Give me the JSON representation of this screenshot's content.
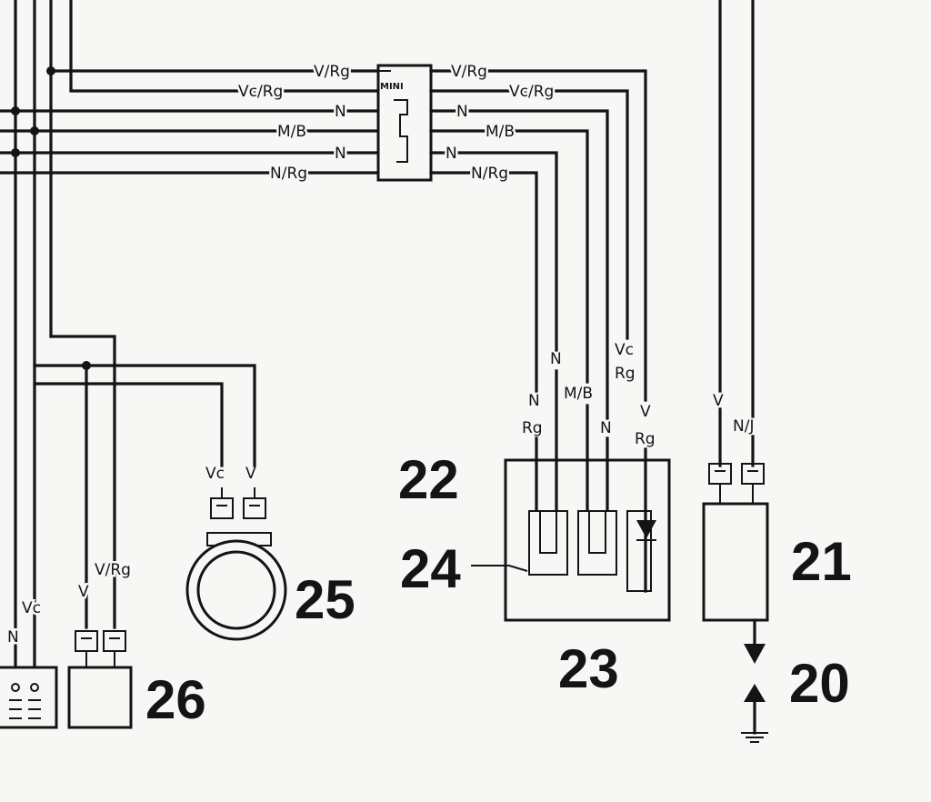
{
  "wires": {
    "left_labels": [
      "V/Rg",
      "Vc/Rg",
      "N",
      "M/B",
      "N",
      "N/Rg"
    ],
    "right_labels": [
      "V/Rg",
      "Vc/Rg",
      "N",
      "M/B",
      "N",
      "N/Rg"
    ]
  },
  "connector_block": {
    "label": "MINI"
  },
  "component_22": {
    "number": "22",
    "pins": [
      {
        "top": "N",
        "bottom": "Rg"
      },
      {
        "top": "N",
        "bottom": ""
      },
      {
        "top": "M/B",
        "bottom": ""
      },
      {
        "top": "N",
        "bottom": ""
      },
      {
        "top": "Vc",
        "bottom": "Rg"
      },
      {
        "top": "V",
        "bottom": "Rg"
      }
    ]
  },
  "component_23": {
    "number": "23"
  },
  "component_24": {
    "number": "24"
  },
  "component_21": {
    "number": "21",
    "pins": [
      "V",
      "N/J"
    ]
  },
  "component_20": {
    "number": "20"
  },
  "component_25": {
    "number": "25",
    "pins": [
      "Vc",
      "V"
    ]
  },
  "component_26": {
    "number": "26",
    "pins": [
      "V",
      "V/Rg"
    ]
  },
  "left_component": {
    "pins": [
      "N",
      "Vc"
    ]
  }
}
